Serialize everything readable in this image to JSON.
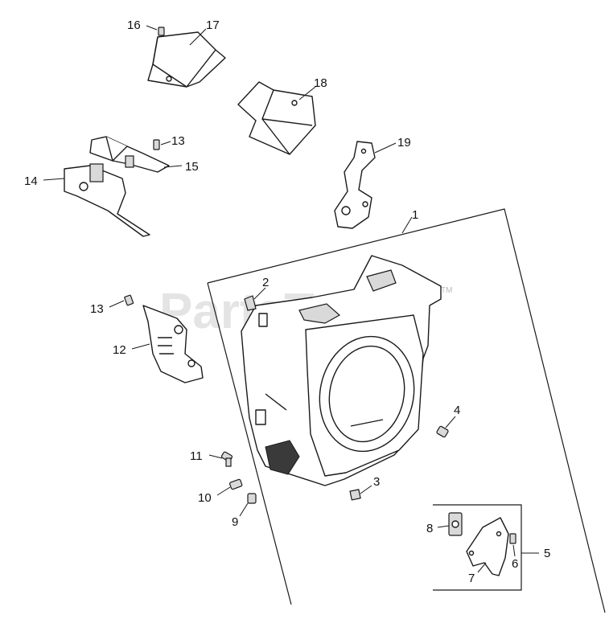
{
  "watermark": {
    "text": "PartsTree",
    "trademark": "TM"
  },
  "callouts": {
    "c1": "1",
    "c2": "2",
    "c3": "3",
    "c4": "4",
    "c5": "5",
    "c6": "6",
    "c7": "7",
    "c8": "8",
    "c9": "9",
    "c10": "10",
    "c11": "11",
    "c12": "12",
    "c13a": "13",
    "c13b": "13",
    "c14": "14",
    "c15": "15",
    "c16": "16",
    "c17": "17",
    "c18": "18",
    "c19": "19"
  }
}
